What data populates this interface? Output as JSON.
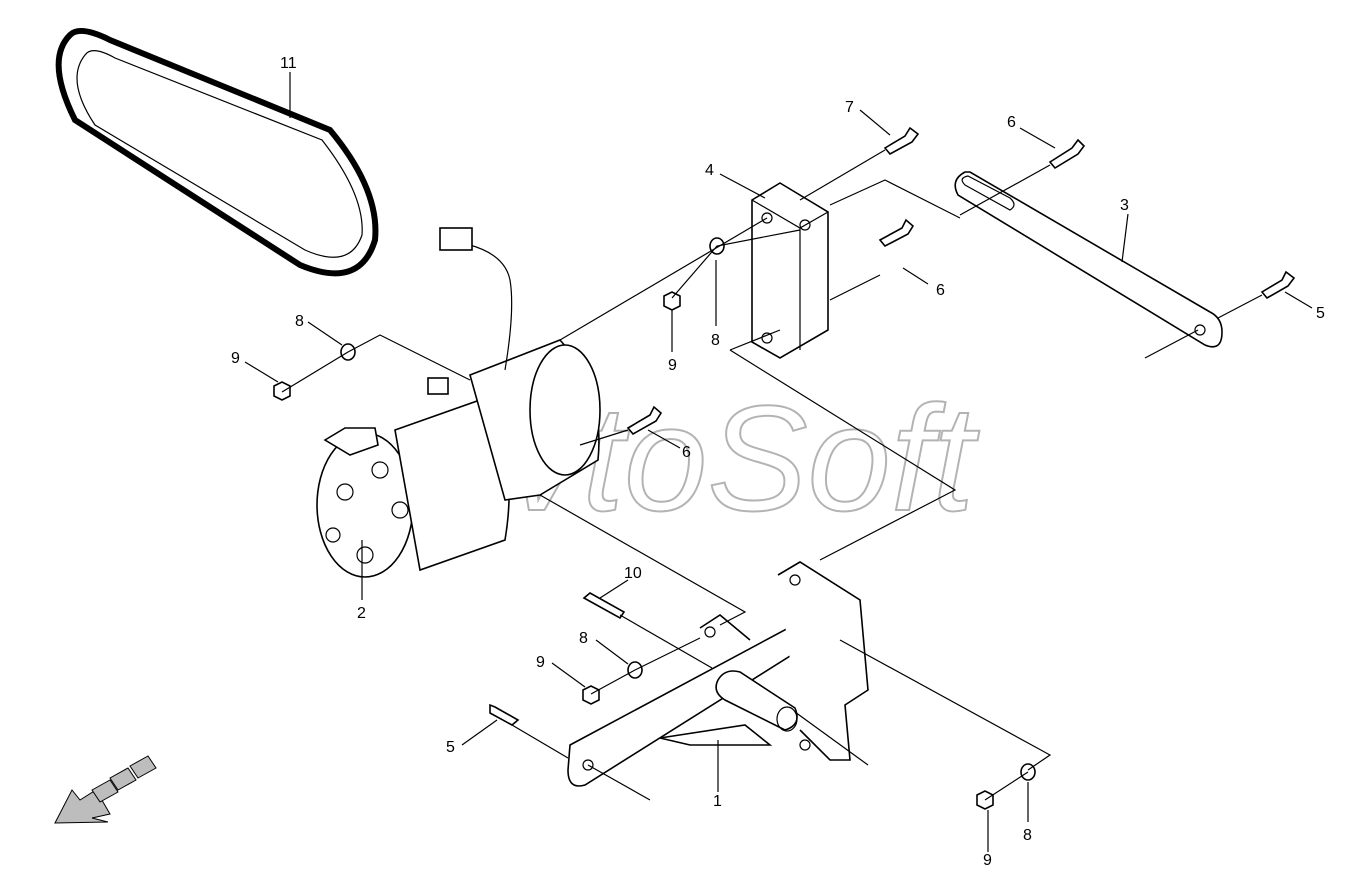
{
  "watermark": "AvtoSoft",
  "callouts": {
    "c1": "1",
    "c2": "2",
    "c3": "3",
    "c4": "4",
    "c5a": "5",
    "c5b": "5",
    "c6a": "6",
    "c6b": "6",
    "c6c": "6",
    "c7": "7",
    "c8a": "8",
    "c8b": "8",
    "c8c": "8",
    "c8d": "8",
    "c9a": "9",
    "c9b": "9",
    "c9c": "9",
    "c9d": "9",
    "c10": "10",
    "c11": "11"
  },
  "colors": {
    "line": "#000000",
    "watermark": "#9a9a9a",
    "arrow": "#bdbdbd"
  },
  "icons": {
    "orientation": "direction-arrow-icon"
  }
}
